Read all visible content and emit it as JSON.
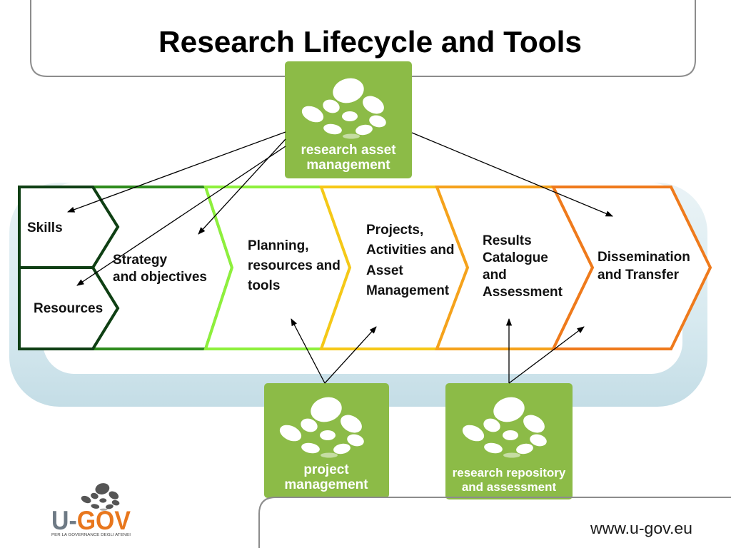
{
  "title": "Research Lifecycle and Tools",
  "colors": {
    "skills_resources": "#0f3f14",
    "strategy": "#2e8b1d",
    "planning": "#8ef03c",
    "projects": "#f6c817",
    "results": "#f5a21c",
    "dissemination": "#ef7a1c",
    "tool_box": "#8cbb47",
    "logo_prefix": "#6e7a85",
    "logo_suffix": "#e8771d"
  },
  "tools": {
    "research_asset_management": {
      "icon": "u-gov-pebbles-icon",
      "lines": [
        "research asset",
        "management"
      ]
    },
    "project_management": {
      "icon": "u-gov-pebbles-icon",
      "lines": [
        "project",
        "management"
      ]
    },
    "research_repository": {
      "icon": "u-gov-pebbles-icon",
      "lines": [
        "research repository",
        "and assessment"
      ]
    }
  },
  "stages": {
    "skills": "Skills",
    "resources": "Resources",
    "strategy": [
      "Strategy",
      "and objectives"
    ],
    "planning": [
      "Planning,",
      "resources and",
      "tools"
    ],
    "projects": [
      "Projects,",
      "Activities and",
      "Asset",
      "Management"
    ],
    "results": [
      "Results",
      "Catalogue",
      "and",
      "Assessment"
    ],
    "dissemination": [
      "Dissemination",
      "and Transfer"
    ]
  },
  "logo": {
    "mark_icon": "u-gov-pebbles-icon",
    "prefix": "U-",
    "suffix": "GOV",
    "tagline": "PER LA GOVERNANCE DEGLI ATENEI"
  },
  "footer": {
    "url": "www.u-gov.eu"
  }
}
